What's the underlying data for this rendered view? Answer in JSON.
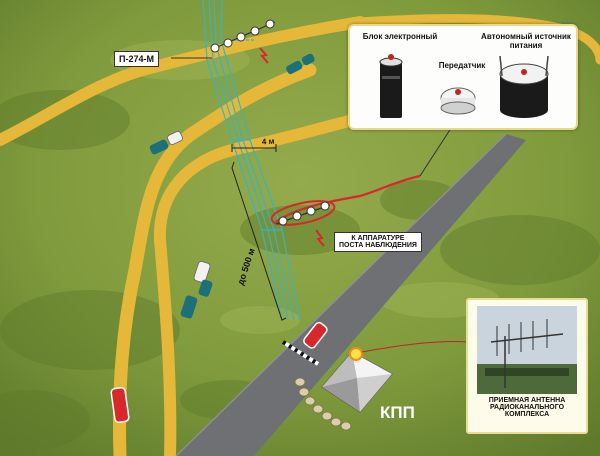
{
  "labels": {
    "sensor_line_code": "П-274-М",
    "distance_short": "4 м",
    "distance_long": "до 500 м",
    "observation_post": "К АППАРАТУРЕ\nПОСТА НАБЛЮДЕНИЯ",
    "checkpoint": "КПП"
  },
  "equipment": {
    "electronic_unit": "Блок электронный",
    "transmitter": "Передатчик",
    "power_source": "Автономный источник\nпитания"
  },
  "antenna": {
    "caption": "ПРИЕМНАЯ АНТЕННА\nРАДИОКАНАЛЬНОГО\nКОМПЛЕКСА"
  },
  "colors": {
    "grass": "#7f9a3c",
    "track": "#e5b83a",
    "asphalt": "#6e7073",
    "cable_cyan": "#31b6c9",
    "signal_red": "#d8282c"
  }
}
